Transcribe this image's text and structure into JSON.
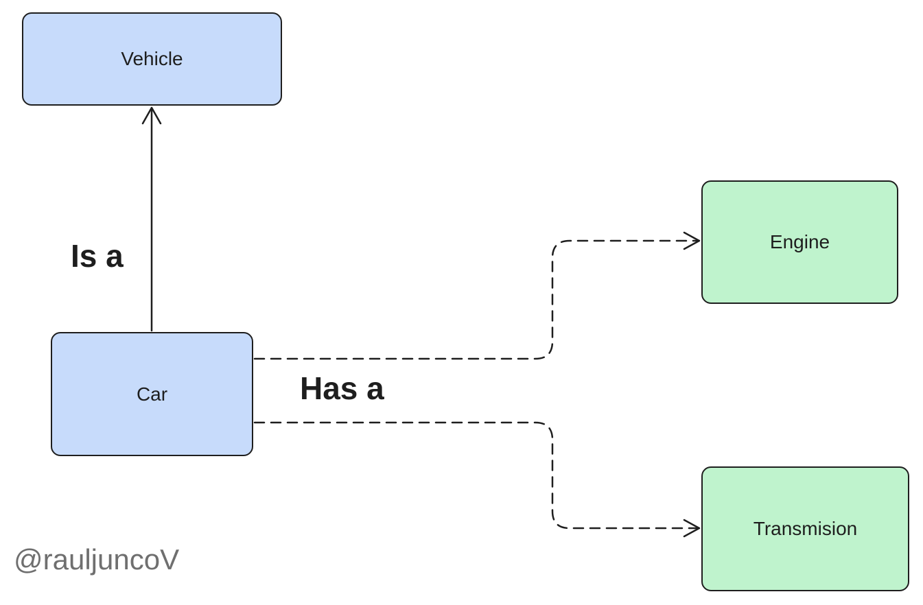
{
  "diagram": {
    "nodes": {
      "vehicle": {
        "label": "Vehicle",
        "fill": "#c7dbfb"
      },
      "car": {
        "label": "Car",
        "fill": "#c7dbfb"
      },
      "engine": {
        "label": "Engine",
        "fill": "#bff3cd"
      },
      "transmision": {
        "label": "Transmision",
        "fill": "#bff3cd"
      }
    },
    "edges": [
      {
        "from": "Car",
        "to": "Vehicle",
        "style": "solid",
        "label": "Is a"
      },
      {
        "from": "Car",
        "to": "Engine",
        "style": "dashed",
        "label": "Has a"
      },
      {
        "from": "Car",
        "to": "Transmision",
        "style": "dashed",
        "label": "Has a"
      }
    ],
    "labels": {
      "is_a": "Is a",
      "has_a": "Has a"
    },
    "watermark": "@rauljuncoV",
    "colors": {
      "stroke": "#1e1e1e",
      "blue_fill": "#c7dbfb",
      "green_fill": "#bff3cd",
      "watermark": "#6f6f6f"
    }
  }
}
